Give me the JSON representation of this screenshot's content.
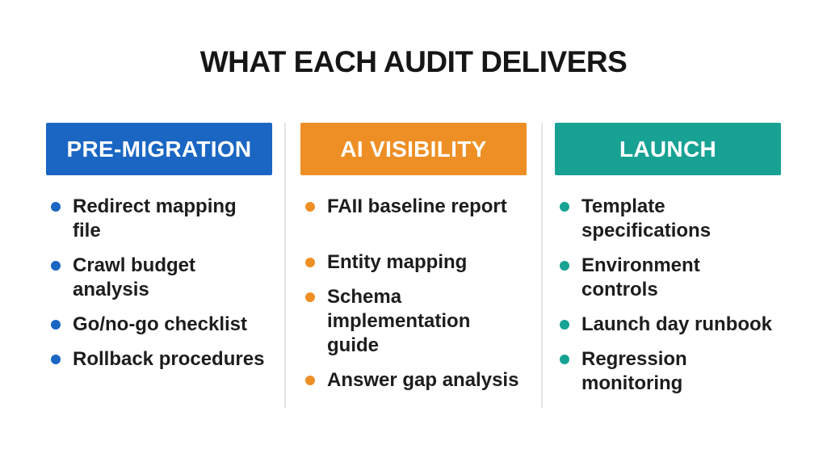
{
  "title": "WHAT EACH AUDIT DELIVERS",
  "colors": {
    "background": "#ffffff",
    "title_text": "#161616",
    "body_text": "#1d1d1d",
    "divider": "#e4e4e4",
    "pre_migration_accent": "#1a66c2",
    "ai_visibility_accent": "#ee8f25",
    "launch_accent": "#17a294"
  },
  "columns": [
    {
      "header": "PRE-MIGRATION",
      "accent": "#1a66c2",
      "items": [
        "Redirect mapping\nfile",
        "Crawl budget\nanalysis",
        "Go/no-go checklist",
        "Rollback procedures"
      ]
    },
    {
      "header": "AI VISIBILITY",
      "accent": "#ee8f25",
      "items": [
        "FAII baseline report",
        "Entity mapping",
        "Schema\nimplementation\nguide",
        "Answer gap analysis"
      ]
    },
    {
      "header": "LAUNCH",
      "accent": "#17a294",
      "items": [
        "Template\nspecifications",
        "Environment\ncontrols",
        "Launch day runbook",
        "Regression\nmonitoring"
      ]
    }
  ]
}
